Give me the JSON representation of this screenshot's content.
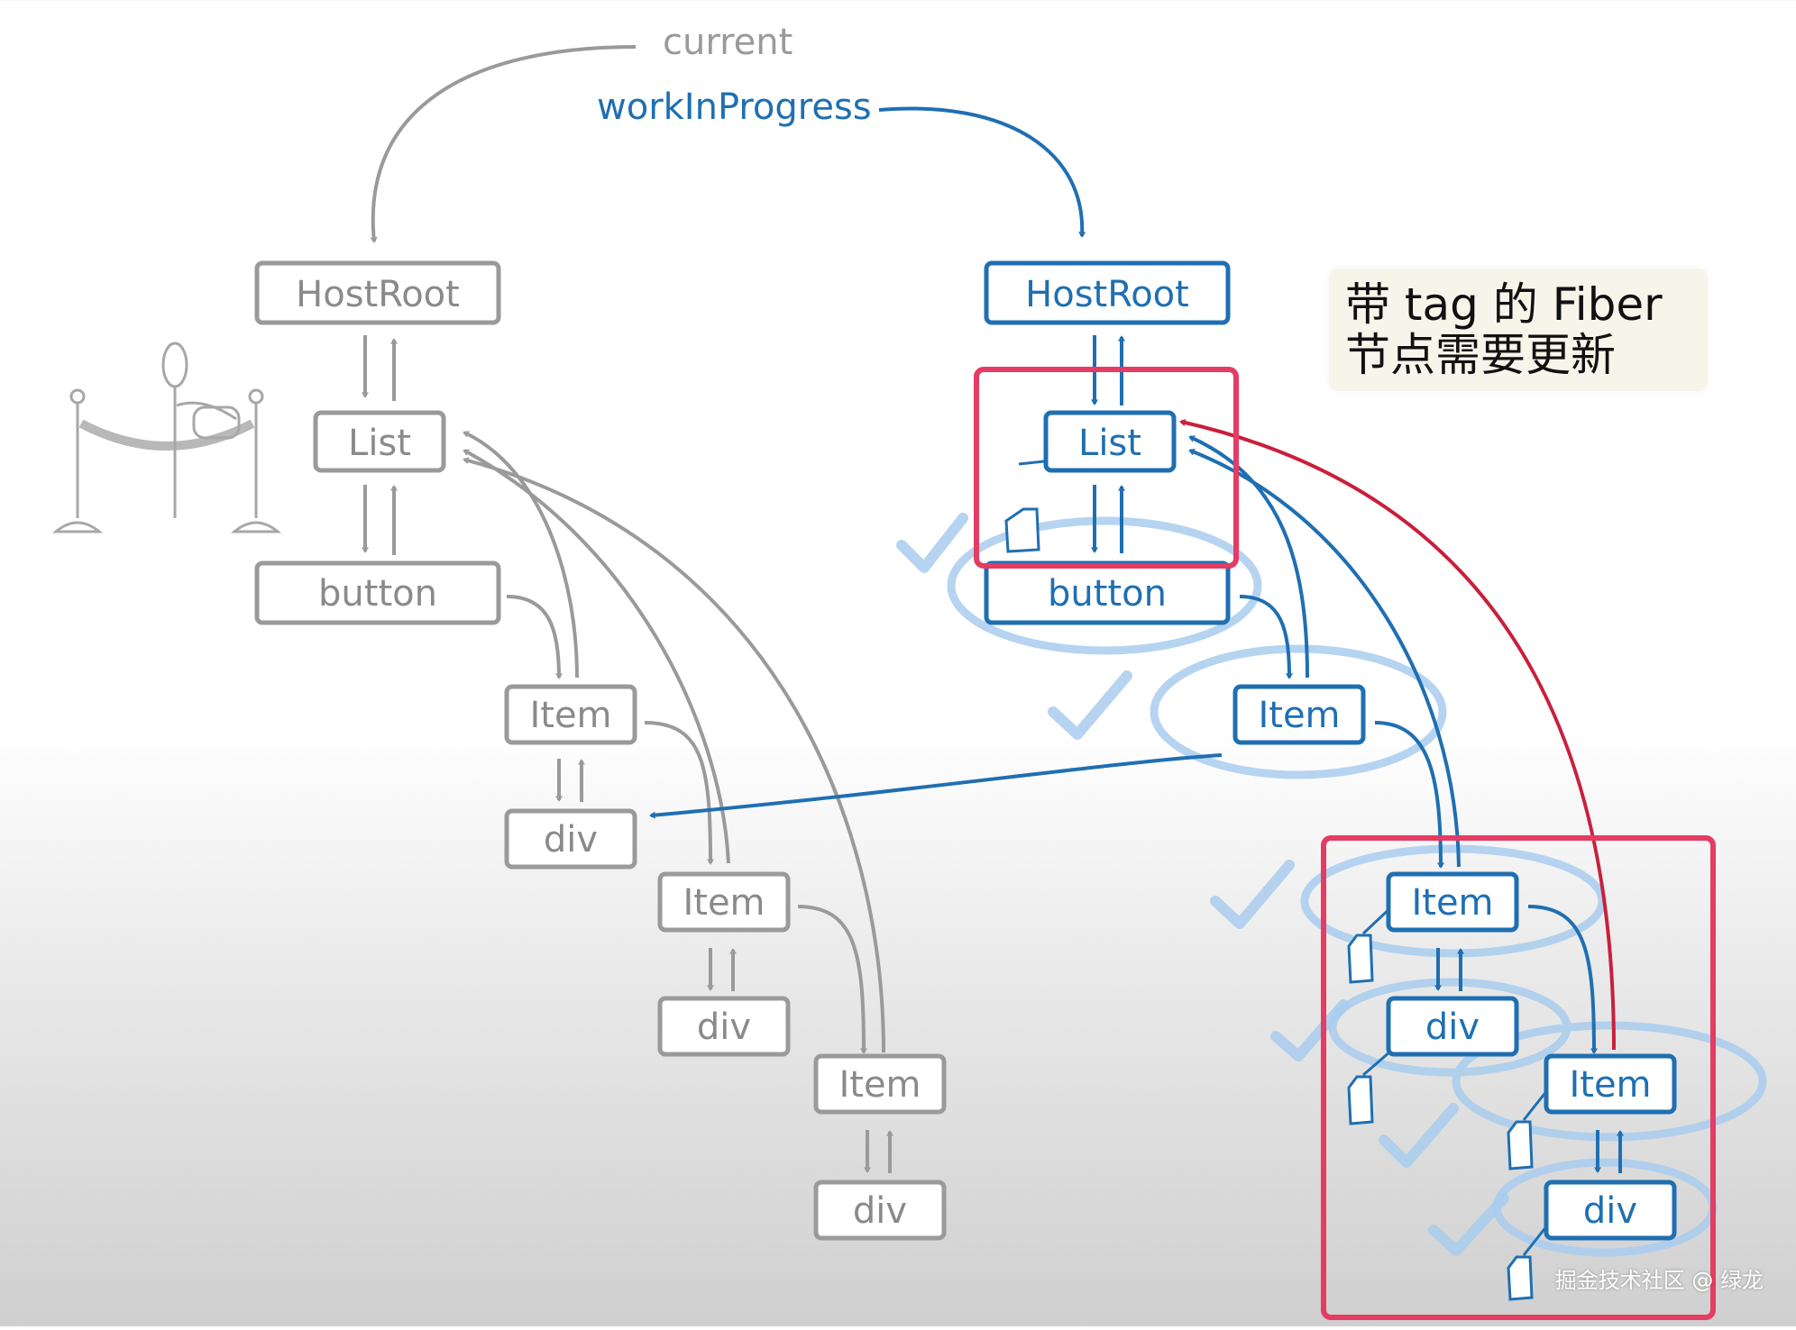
{
  "pointers": {
    "current": "current",
    "work_in_progress": "workInProgress"
  },
  "current_tree": {
    "host_root": "HostRoot",
    "list": "List",
    "button": "button",
    "item_1": "Item",
    "div_1": "div",
    "item_2": "Item",
    "div_2": "div",
    "item_3": "Item",
    "div_3": "div"
  },
  "wip_tree": {
    "host_root": "HostRoot",
    "list": "List",
    "button": "button",
    "item_1": "Item",
    "item_2": "Item",
    "div_2": "div",
    "item_3": "Item",
    "div_3": "div"
  },
  "note": {
    "line1": "带 tag 的 Fiber",
    "line2": "节点需要更新"
  },
  "watermark": "掘金技术社区 @ 绿龙",
  "colors": {
    "current_tree": "#9a9a9a",
    "wip_tree": "#1f6fb2",
    "highlight_box": "#e43c63",
    "return_arrow": "#c8203c",
    "ellipse": "#a9cdee"
  }
}
